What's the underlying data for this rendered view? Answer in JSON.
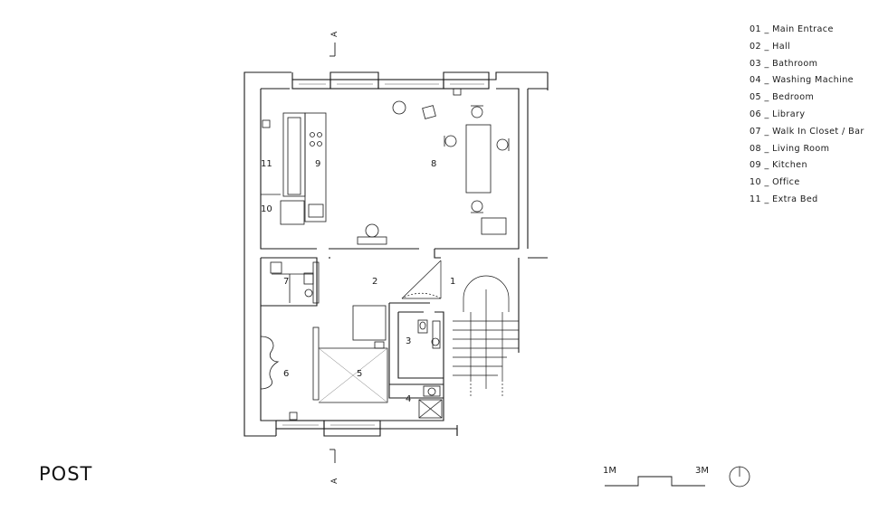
{
  "title": "POST",
  "section_marker": "A",
  "legend": [
    "01 _ Main Entrace",
    "02 _ Hall",
    "03 _ Bathroom",
    "04 _ Washing Machine",
    "05 _ Bedroom",
    "06 _ Library",
    "07 _ Walk In Closet / Bar",
    "08 _ Living Room",
    "09 _ Kitchen",
    "10 _ Office",
    "11 _ Extra Bed"
  ],
  "room_labels": {
    "r1": "1",
    "r2": "2",
    "r3": "3",
    "r4": "4",
    "r5": "5",
    "r6": "6",
    "r7": "7",
    "r8": "8",
    "r9": "9",
    "r10": "10",
    "r11": "11"
  },
  "scale": {
    "left": "1M",
    "right": "3M"
  },
  "colors": {
    "line": "#1a1a1a",
    "thin": "#555555",
    "background": "#ffffff"
  }
}
